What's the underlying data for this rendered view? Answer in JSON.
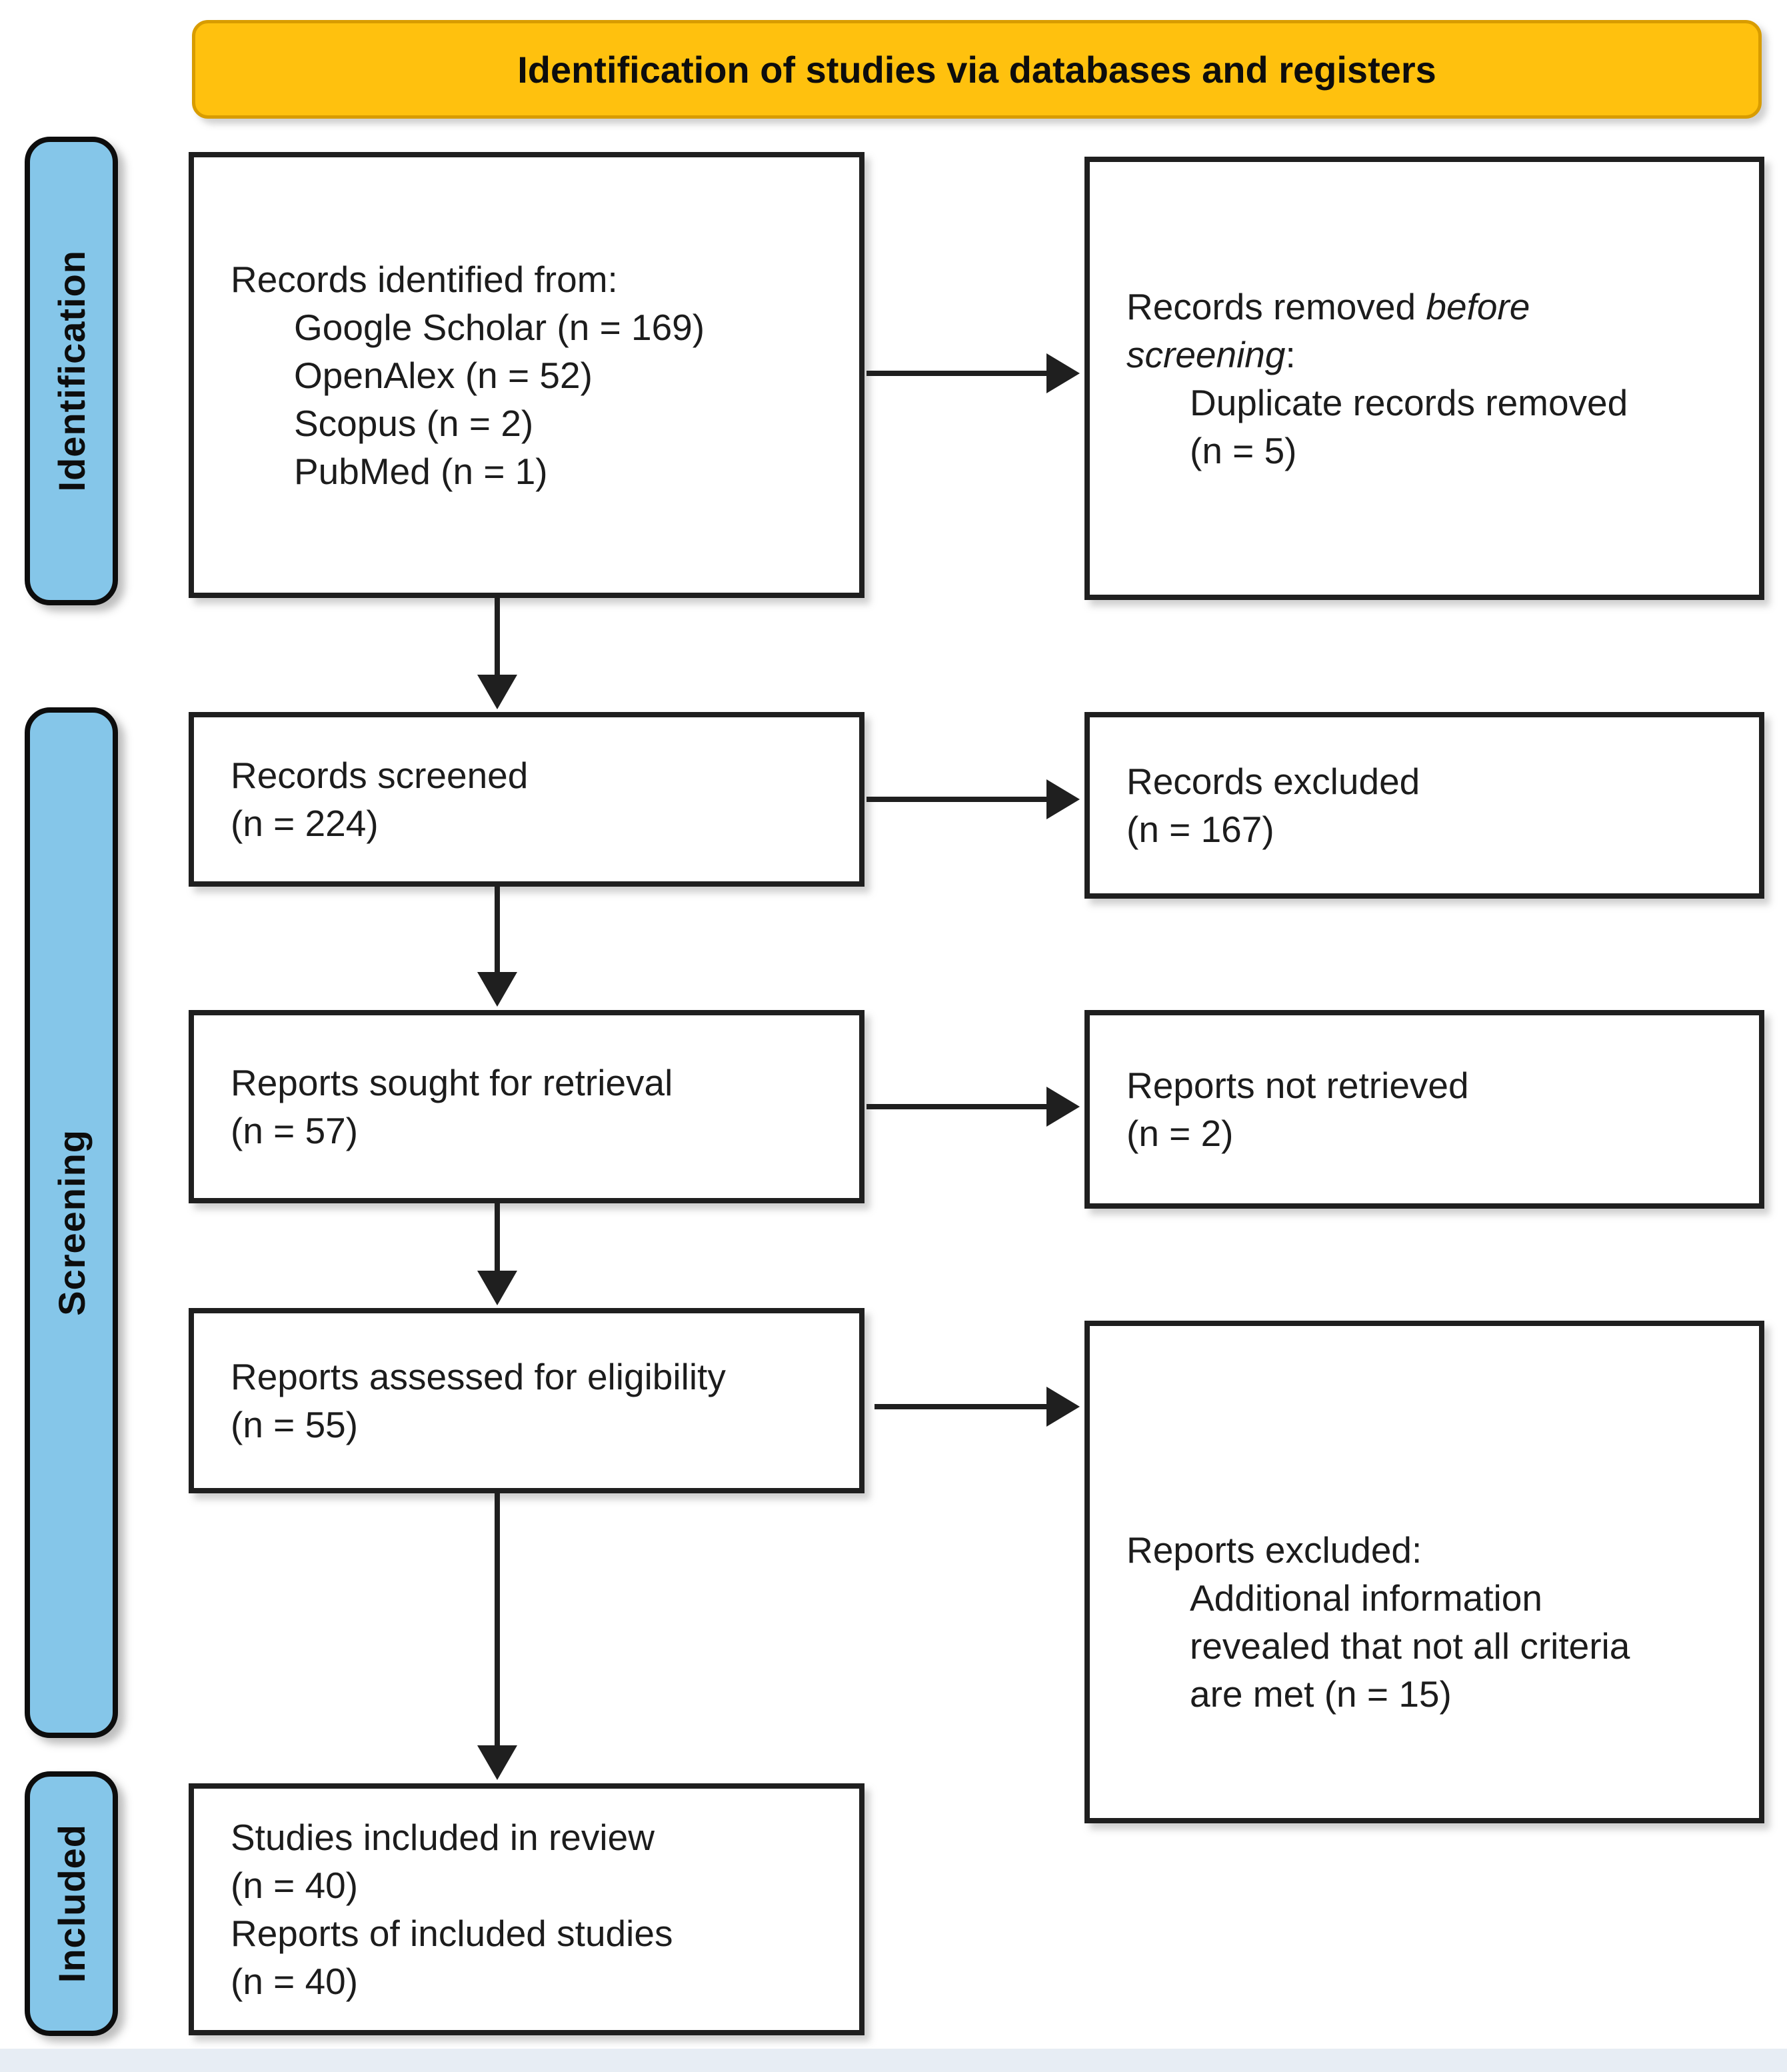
{
  "banner": {
    "title": "Identification of studies via databases and registers"
  },
  "stages": {
    "identification": "Identification",
    "screening": "Screening",
    "included": "Included"
  },
  "boxes": {
    "records_identified": {
      "title": "Records identified from:",
      "items": [
        "Google Scholar (n = 169)",
        "OpenAlex (n = 52)",
        "Scopus (n = 2)",
        "PubMed (n = 1)"
      ]
    },
    "records_removed": {
      "prefix": "Records removed ",
      "italic1": "before",
      "italic2": "screening",
      "suffix": ":",
      "items": [
        "Duplicate records removed",
        "(n = 5)"
      ]
    },
    "records_screened": {
      "lines": [
        "Records screened",
        "(n = 224)"
      ]
    },
    "records_excluded": {
      "lines": [
        "Records excluded",
        "(n = 167)"
      ]
    },
    "reports_sought": {
      "lines": [
        "Reports sought for retrieval",
        "(n = 57)"
      ]
    },
    "reports_not_retrieved": {
      "lines": [
        "Reports not retrieved",
        "(n = 2)"
      ]
    },
    "reports_assessed": {
      "lines": [
        "Reports assessed for eligibility",
        "(n = 55)"
      ]
    },
    "reports_excluded": {
      "title": "Reports excluded:",
      "items": [
        "Additional information",
        "revealed that not all criteria",
        "are met (n = 15)"
      ]
    },
    "studies_included": {
      "lines": [
        "Studies included in review",
        "(n = 40)",
        "Reports of included studies",
        "(n = 40)"
      ]
    }
  },
  "colors": {
    "banner_bg": "#FFC10E",
    "banner_border": "#D89C00",
    "stage_bg": "#85C6E9",
    "line_color": "#1F1F1F",
    "footer_strip": "#E7EDF4"
  }
}
